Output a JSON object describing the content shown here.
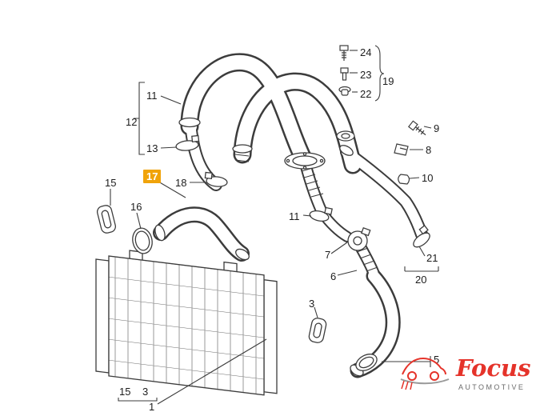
{
  "diagram": {
    "highlight_color": "#F0A30A",
    "line_color": "#3c3c3c",
    "part_labels": [
      {
        "text": "11"
      },
      {
        "text": "12"
      },
      {
        "text": "13"
      },
      {
        "text": "17",
        "highlighted": true
      },
      {
        "text": "18"
      },
      {
        "text": "15"
      },
      {
        "text": "16"
      },
      {
        "text": "11"
      },
      {
        "text": "7"
      },
      {
        "text": "6"
      },
      {
        "text": "3"
      },
      {
        "text": "24"
      },
      {
        "text": "23"
      },
      {
        "text": "22"
      },
      {
        "text": "19"
      },
      {
        "text": "9"
      },
      {
        "text": "8"
      },
      {
        "text": "10"
      },
      {
        "text": "21"
      },
      {
        "text": "20"
      },
      {
        "text": "5"
      },
      {
        "text": "15"
      },
      {
        "text": "3"
      },
      {
        "text": "1"
      }
    ]
  },
  "logo": {
    "brand": "Focus",
    "subtitle": "AUTOMOTIVE",
    "brand_color": "#E5332A",
    "subtitle_color": "#6b6b6b"
  }
}
